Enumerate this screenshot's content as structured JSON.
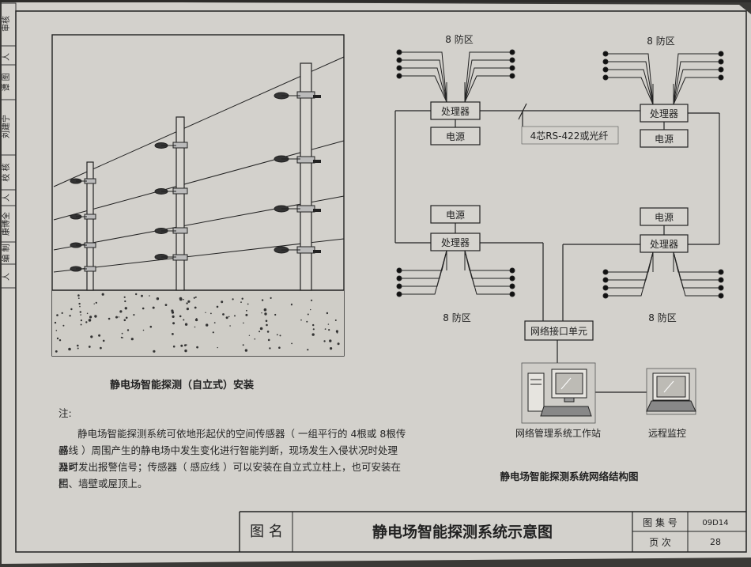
{
  "sidebar": {
    "labels": [
      "审核",
      "人",
      "谭 图",
      "刘建宁",
      "校 核",
      "人",
      "康博全",
      "编 制",
      "人"
    ]
  },
  "left_figure": {
    "caption": "静电场智能探测（自立式）安装"
  },
  "notes": {
    "heading": "注:",
    "lines": [
      "静电场智能探测系统可依地形起伏的空间传感器（ 一组平行的 4根或 8根传感",
      "器线 ）周围产生的静电场中发生变化进行智能判断，现场发生入侵状况时处理器可",
      "及时发出报警信号；传感器（ 感应线 ）可以安装在自立式立柱上，也可安装在围",
      "栏、墙壁或屋顶上。"
    ]
  },
  "network": {
    "zone_label": "8 防区",
    "processor_label": "处理器",
    "power_label": "电源",
    "cable_label": "4芯RS-422或光纤",
    "interface_label": "网络接口单元",
    "workstation_label": "网络管理系统工作站",
    "remote_label": "远程监控",
    "caption": "静电场智能探测系统网络结构图"
  },
  "title_block": {
    "name_label": "图 名",
    "title": "静电场智能探测系统示意图",
    "atlas_label": "图 集 号",
    "atlas_no": "09D14",
    "page_label": "页 次",
    "page_no": "28"
  },
  "colors": {
    "paper": "#d2d0cb",
    "ink": "#222222",
    "background": "#3b3a37"
  }
}
